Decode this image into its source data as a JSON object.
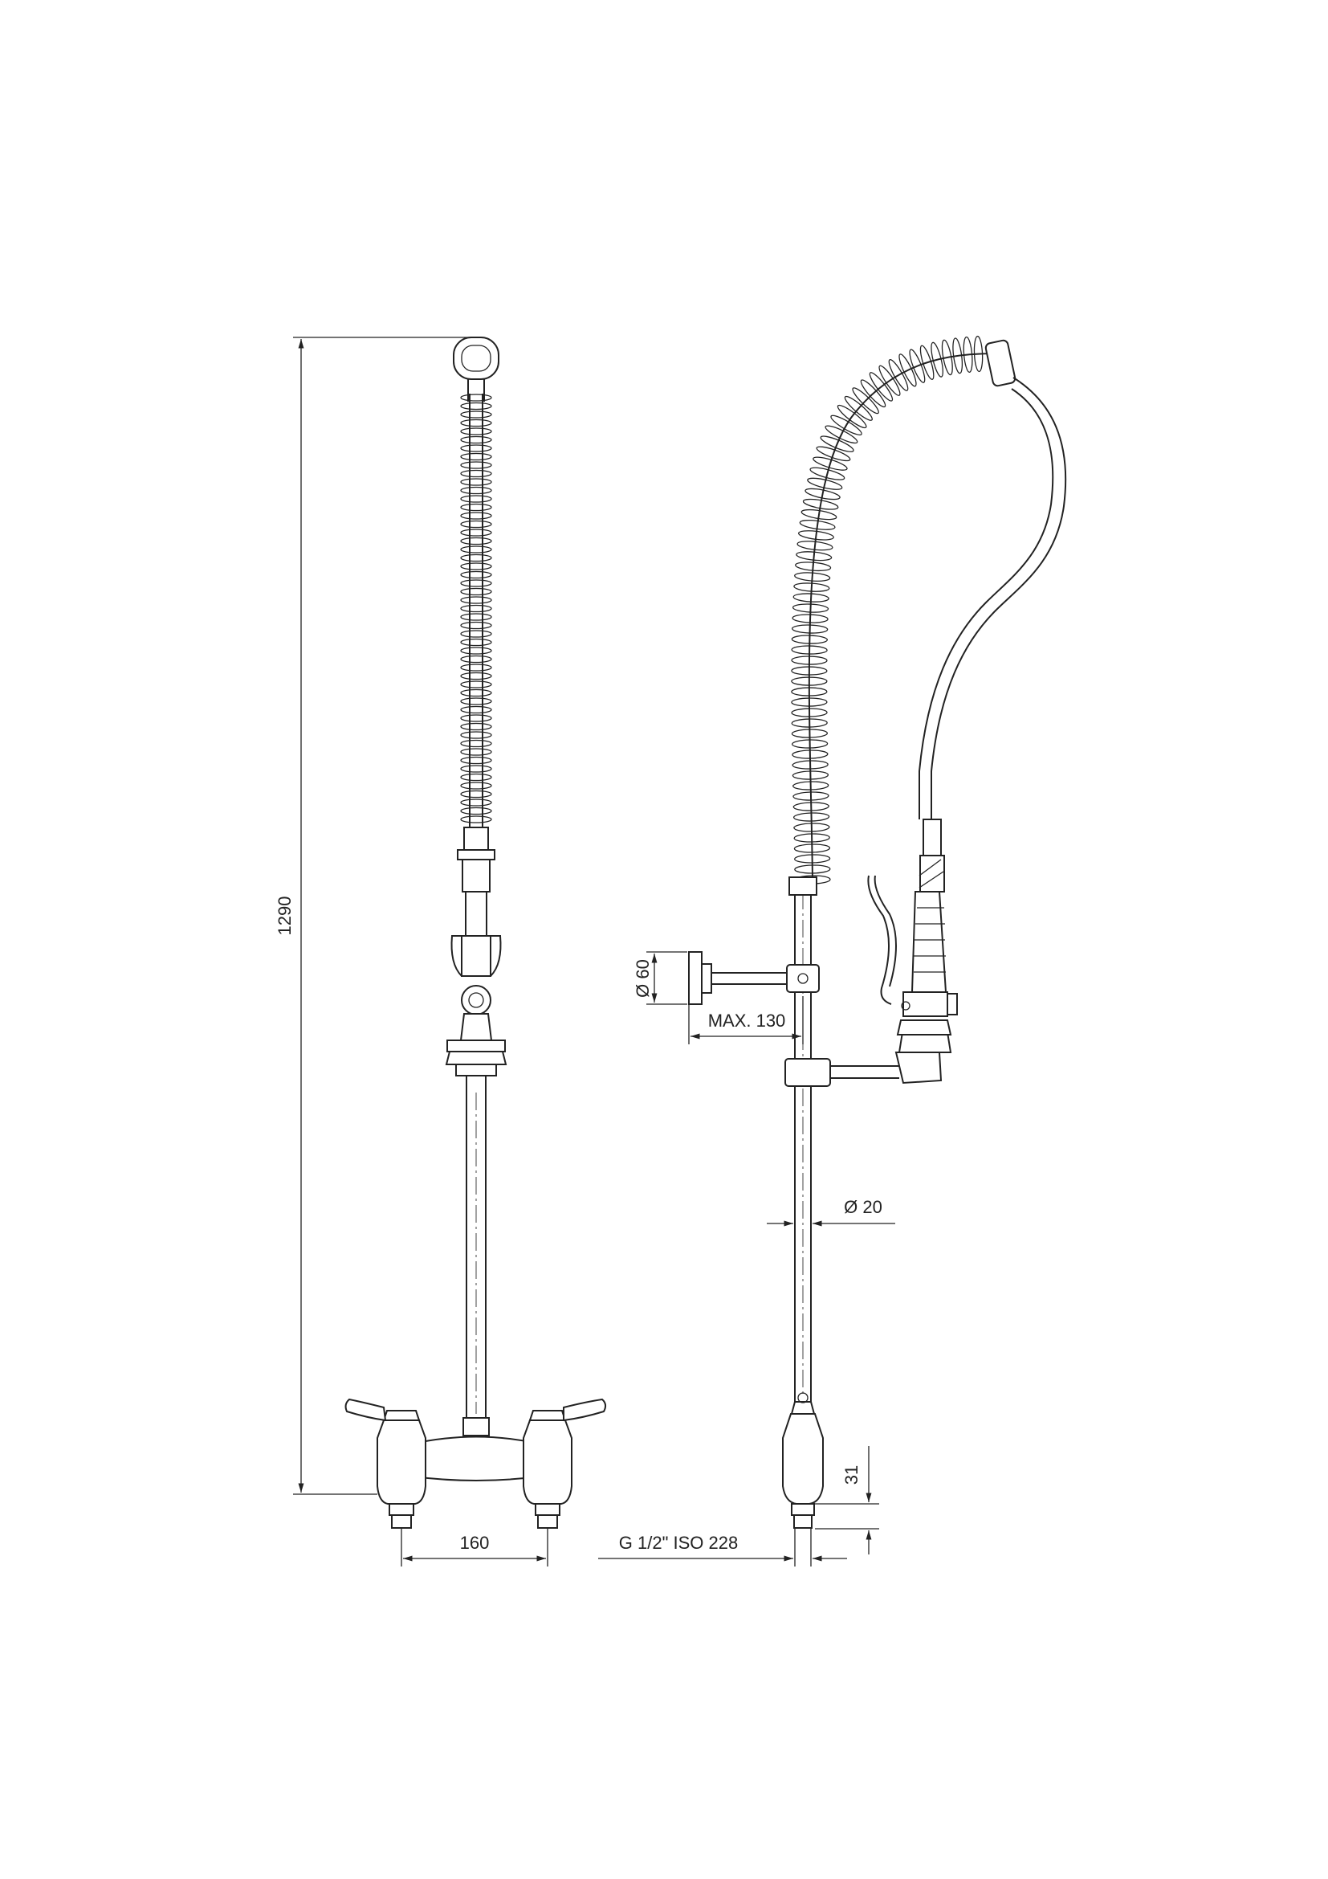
{
  "dimensions": {
    "total_height": "1290",
    "inlet_spacing": "160",
    "thread": "G 1/2\"  ISO 228",
    "wall_flange_diameter": "Ø 60",
    "bracket_max": "MAX. 130",
    "pipe_diameter": "Ø 20",
    "inlet_height": "31"
  },
  "views": [
    "front-view",
    "side-view"
  ]
}
